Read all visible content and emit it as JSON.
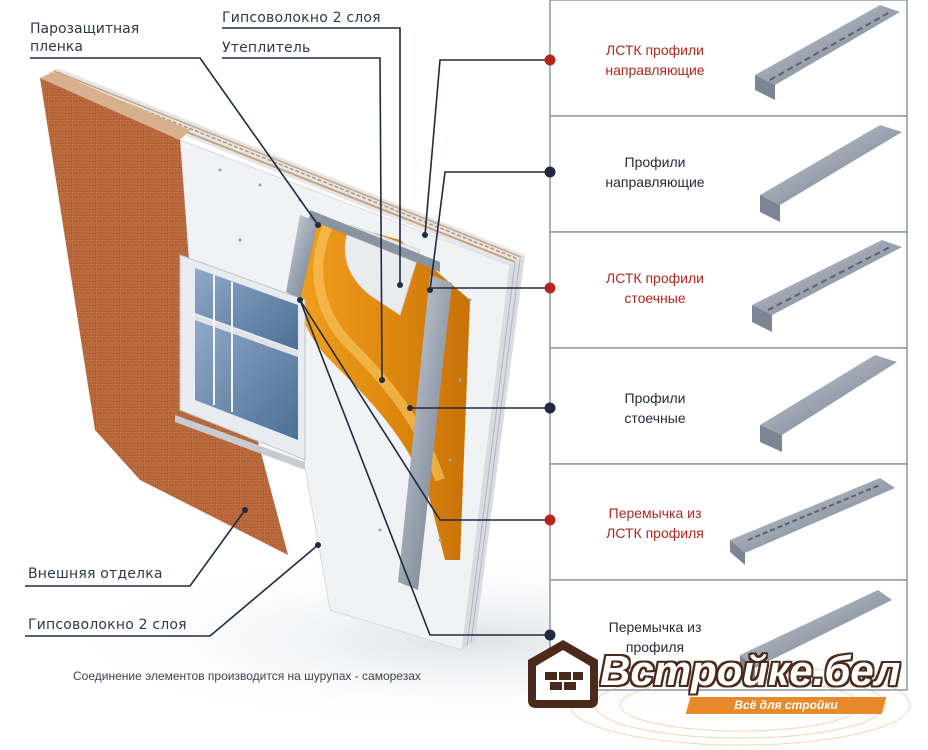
{
  "labels": {
    "vapor_film": "Парозащитная\nпленка",
    "gypsum_top": "Гипсоволокно 2 слоя",
    "insulation": "Утеплитель",
    "exterior_finish": "Внешняя отделка",
    "gypsum_bottom": "Гипсоволокно 2 слоя"
  },
  "panels": [
    {
      "line1": "ЛСТК профили",
      "line2": "направляющие",
      "color": "#b2281e"
    },
    {
      "line1": "Профили",
      "line2": "направляющие",
      "color": "#1f2a3a"
    },
    {
      "line1": "ЛСТК профили",
      "line2": "стоечные",
      "color": "#b2281e"
    },
    {
      "line1": "Профили",
      "line2": "стоечные",
      "color": "#1f2a3a"
    },
    {
      "line1": "Перемычка из",
      "line2": "ЛСТК профиля",
      "color": "#b2281e"
    },
    {
      "line1": "Перемычка из",
      "line2": "профиля",
      "color": "#1f2a3a"
    }
  ],
  "footnote": "Соединение элементов производится на шурупах - саморезах",
  "brand": {
    "name": "Встройке.бел",
    "tagline": "Всё для стройки",
    "accent": "#e8892a"
  }
}
